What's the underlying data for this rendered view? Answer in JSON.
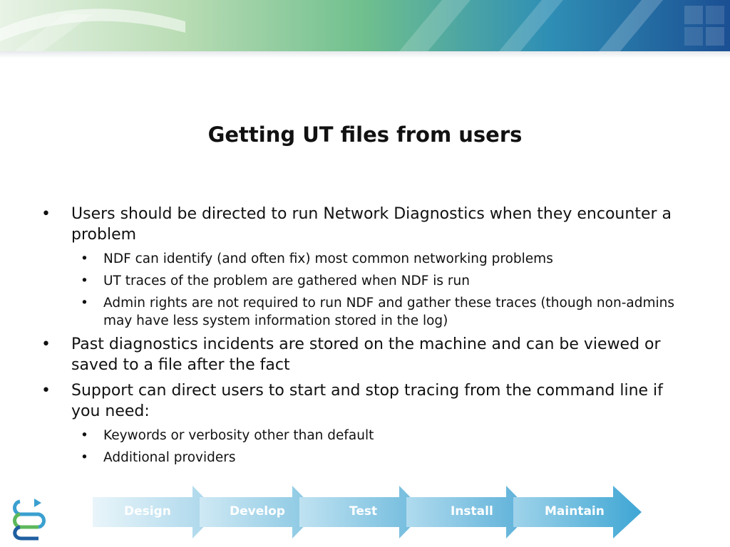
{
  "slide": {
    "title": "Getting UT files from users",
    "bullets": [
      {
        "level": 1,
        "text": "Users should be directed to run Network Diagnostics when they encounter a problem",
        "children": [
          "NDF can identify (and often fix) most common networking problems",
          "UT traces of the problem are gathered when NDF is run",
          "Admin rights are not required to run NDF and gather these traces (though non-admins may have less system information stored in the log)"
        ]
      },
      {
        "level": 1,
        "text": "Past diagnostics incidents are stored on the machine and can be viewed or saved to a file after the fact",
        "children": []
      },
      {
        "level": 1,
        "text": "Support can direct users to start and stop tracing from the command line if you need:",
        "children": [
          "Keywords or verbosity other than default",
          "Additional providers"
        ]
      }
    ]
  },
  "process_steps": [
    "Design",
    "Develop",
    "Test",
    "Install",
    "Maintain"
  ],
  "colors": {
    "banner_green": "#8cc98a",
    "banner_blue": "#1f5fa0",
    "arrow_light": "#d6ecf5",
    "arrow_dark": "#3ea6d4"
  },
  "icons": {
    "logo": "lifecycle-logo-icon",
    "bullet": "bullet-dot"
  }
}
